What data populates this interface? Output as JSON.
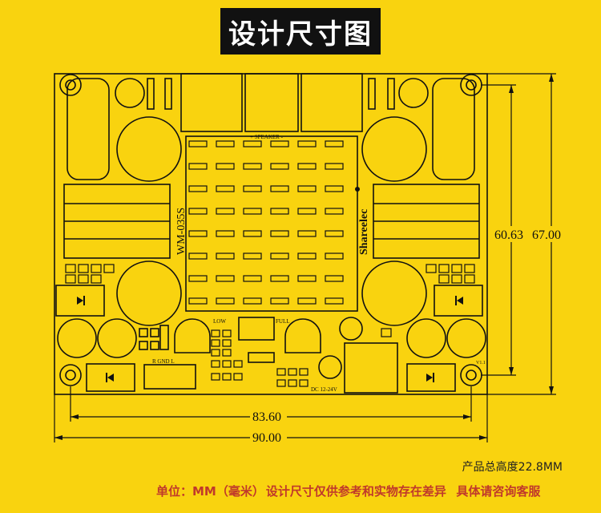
{
  "header": {
    "title": "设计尺寸图"
  },
  "board": {
    "model": "WM-035S",
    "brand": "Shareelec",
    "speaker_label": "+ SPEAKER -",
    "low_label": "LOW",
    "full_label": "FULL",
    "gnd_label": "R  GND  L",
    "power_label": "DC 12-24V",
    "version_label": "V1.1"
  },
  "dimensions": {
    "hole_width": "83.60",
    "total_width": "90.00",
    "hole_height": "60.63",
    "total_height": "67.00"
  },
  "footer": {
    "height_note": "产品总高度22.8MM",
    "unit_label": "单位：MM（毫米）",
    "disclaimer": "设计尺寸仅供参考和实物存在差异",
    "contact": "具体请咨询客服"
  },
  "colors": {
    "background": "#f9d30f",
    "line": "#111111",
    "note": "#c0392b"
  }
}
